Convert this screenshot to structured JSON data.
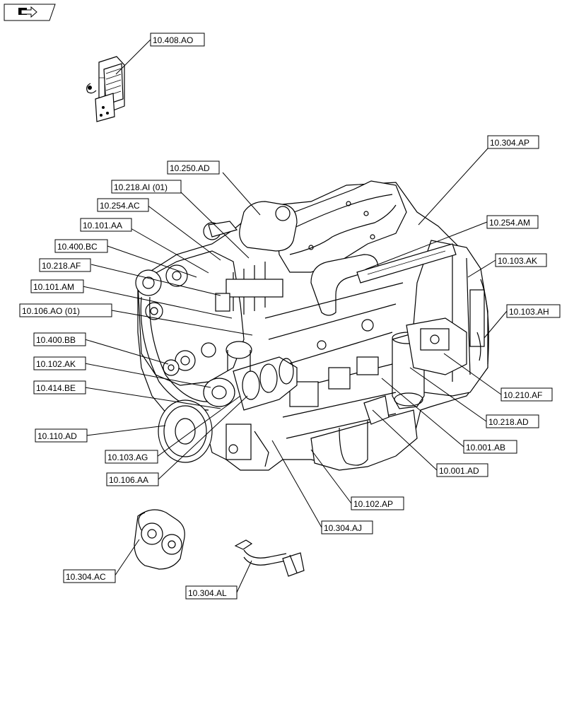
{
  "nav": {
    "icon": "back-arrow-icon"
  },
  "labels": {
    "l_10408AO": "10.408.AO",
    "l_10304AP": "10.304.AP",
    "l_10250AD": "10.250.AD",
    "l_10218AI": "10.218.AI (01)",
    "l_10254AC": "10.254.AC",
    "l_10254AM": "10.254.AM",
    "l_10101AA": "10.101.AA",
    "l_10400BC": "10.400.BC",
    "l_10103AK": "10.103.AK",
    "l_10218AF": "10.218.AF",
    "l_10101AM": "10.101.AM",
    "l_10106AO": "10.106.AO (01)",
    "l_10103AH": "10.103.AH",
    "l_10400BB": "10.400.BB",
    "l_10102AK": "10.102.AK",
    "l_10210AF": "10.210.AF",
    "l_10414BE": "10.414.BE",
    "l_10218AD": "10.218.AD",
    "l_10110AD": "10.110.AD",
    "l_10001AB": "10.001.AB",
    "l_10103AG": "10.103.AG",
    "l_10001AD": "10.001.AD",
    "l_10106AA": "10.106.AA",
    "l_10102AP": "10.102.AP",
    "l_10304AJ": "10.304.AJ",
    "l_10304AC": "10.304.AC",
    "l_10304AL": "10.304.AL"
  }
}
